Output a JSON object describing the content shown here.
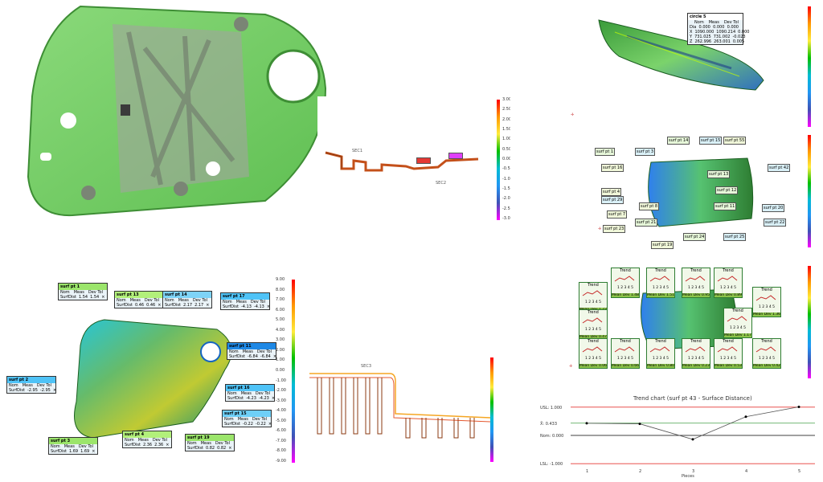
{
  "colors": {
    "green_part": "#7ed36b",
    "scale_top": "#ff0000",
    "scale_mid": "#00c000",
    "scale_bot": "#ff00ff"
  },
  "scale_right_top": [
    "3.00",
    "2.50",
    "2.00",
    "1.50",
    "1.00",
    "0.50",
    "0.00",
    "-0.50",
    "-1.00",
    "-1.50",
    "-2.00",
    "-2.50",
    "-3.00"
  ],
  "scale_big": [
    "9.00",
    "8.00",
    "7.00",
    "6.00",
    "5.00",
    "4.00",
    "3.00",
    "2.00",
    "1.00",
    "0.00",
    "-1.00",
    "-2.00",
    "-3.00",
    "-4.00",
    "-5.00",
    "-6.00",
    "-7.00",
    "-8.00",
    "-9.00"
  ],
  "section_labels": {
    "sec1": "SEC1",
    "sec2": "SEC2",
    "sec3": "SEC3"
  },
  "circle_callout": {
    "title": "circle 5",
    "headers": [
      "Nom",
      "Meas",
      "Dev Tol"
    ],
    "rows": [
      [
        "Dia",
        "0.000",
        "0.000",
        "0.000"
      ],
      [
        "X",
        "1090.000",
        "1090.214",
        "0.000"
      ],
      [
        "Y",
        "731.025",
        "731.002",
        "-0.023"
      ],
      [
        "Z",
        "262.996",
        "263.001",
        "0.005"
      ]
    ]
  },
  "surf_callouts": [
    {
      "title": "surf pt 1",
      "nom": "",
      "meas": "1.54",
      "dev": "1.54"
    },
    {
      "title": "surf pt 13",
      "nom": "",
      "meas": "0.46",
      "dev": "0.46"
    },
    {
      "title": "surf pt 14",
      "nom": "",
      "meas": "2.17",
      "dev": "2.17"
    },
    {
      "title": "surf pt 17",
      "nom": "",
      "meas": "-4.13",
      "dev": "-4.13"
    },
    {
      "title": "surf pt 11",
      "nom": "",
      "meas": "-6.84",
      "dev": "-6.84"
    },
    {
      "title": "surf pt 2",
      "nom": "",
      "meas": "-2.95",
      "dev": "-2.95"
    },
    {
      "title": "surf pt 16",
      "nom": "",
      "meas": "-4.23",
      "dev": "-4.23"
    },
    {
      "title": "surf pt 15",
      "nom": "",
      "meas": "-0.22",
      "dev": "-0.22"
    },
    {
      "title": "surf pt 3",
      "nom": "",
      "meas": "1.69",
      "dev": "1.69"
    },
    {
      "title": "surf pt 4",
      "nom": "",
      "meas": "2.36",
      "dev": "2.36"
    },
    {
      "title": "surf pt 19",
      "nom": "",
      "meas": "0.82",
      "dev": "0.82"
    }
  ],
  "surf_headers": {
    "nom": "Nom",
    "meas": "Meas",
    "dev": "Dev Tol",
    "label": "SurfDist"
  },
  "mini_tags": [
    "surf pt 14",
    "surf pt 15",
    "surf pt 55",
    "surf pt 1",
    "surf pt 3",
    "surf pt 16",
    "surf pt 13",
    "surf pt 42",
    "surf pt 4",
    "surf pt 12",
    "surf pt 29",
    "surf pt 8",
    "surf pt 11",
    "surf pt 20",
    "surf pt 7",
    "surf pt 21",
    "surf pt 22",
    "surf pt 23",
    "surf pt 24",
    "surf pt 25",
    "surf pt 19"
  ],
  "trends": [
    {
      "title": "Trend",
      "mean": "Mean Dev 1.725"
    },
    {
      "title": "Trend",
      "mean": "Mean Dev 1.489"
    },
    {
      "title": "Trend",
      "mean": "Mean Dev 1.510"
    },
    {
      "title": "Trend",
      "mean": "Mean Dev 0.951"
    },
    {
      "title": "Trend",
      "mean": "Mean Dev 0.890"
    },
    {
      "title": "Trend",
      "mean": "Mean Dev 1.361"
    },
    {
      "title": "Trend",
      "mean": "Mean Dev 0.475"
    },
    {
      "title": "Trend",
      "mean": "Mean Dev 1.173"
    },
    {
      "title": "Trend",
      "mean": "Mean Dev 0.061"
    },
    {
      "title": "Trend",
      "mean": "Mean Dev 0.668"
    },
    {
      "title": "Trend",
      "mean": "Mean Dev 0.804"
    },
    {
      "title": "Trend",
      "mean": "Mean Dev 0.232"
    },
    {
      "title": "Trend",
      "mean": "Mean Dev 0.533"
    },
    {
      "title": "Trend",
      "mean": "Mean Dev 0.421"
    }
  ],
  "trend_ticks": "1 2 3 4 5",
  "chart_data": {
    "type": "line",
    "title": "Trend chart (surf pt 43 - Surface Distance)",
    "xlabel": "Pieces",
    "ylabel": "",
    "x": [
      1,
      2,
      3,
      4,
      5
    ],
    "series": [
      {
        "values": [
          0.43,
          0.41,
          -0.14,
          0.66,
          1.01
        ]
      }
    ],
    "ylim": [
      -1.08,
      1.08
    ],
    "reference_lines": [
      {
        "label": "USL: 1.000",
        "value": 1.0,
        "color": "#e53935"
      },
      {
        "label": "X̄: 0.433",
        "value": 0.433,
        "color": "#43a047"
      },
      {
        "label": "Nom: 0.000",
        "value": 0.0,
        "color": "#000000"
      },
      {
        "label": "LSL: -1.000",
        "value": -1.0,
        "color": "#e53935"
      }
    ],
    "ticks": [
      "1",
      "2",
      "3",
      "4",
      "5"
    ]
  }
}
